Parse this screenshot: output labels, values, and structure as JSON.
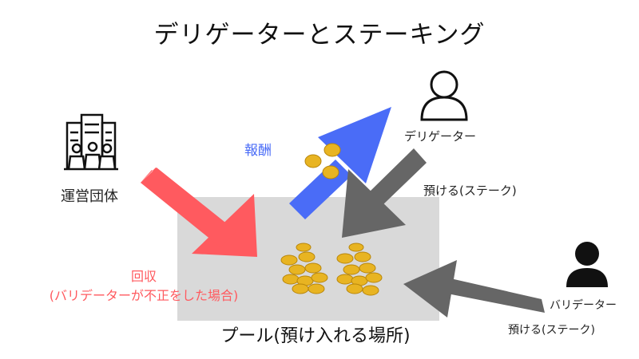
{
  "title": "デリゲーターとステーキング",
  "pool": {
    "label": "プール(預け入れる場所)"
  },
  "operator": {
    "label": "運営団体",
    "icon": "office-team-icon"
  },
  "reward": {
    "label": "報酬",
    "color": "#4a6cf7"
  },
  "delegator": {
    "label": "デリゲーター",
    "stake_label": "預ける(ステーク)",
    "icon": "user-outline-icon"
  },
  "recovery": {
    "line1": "回収",
    "line2": "(バリデーターが不正をした場合)",
    "color": "#ff5a5f"
  },
  "validator": {
    "label": "バリデーター",
    "stake_label": "預ける(ステーク)",
    "icon": "user-filled-icon"
  },
  "colors": {
    "pool": "#d9d9d9",
    "red_arrow": "#ff5a5f",
    "blue_arrow": "#4a6cf7",
    "gray_arrow": "#666666",
    "coin": "#e8b422"
  }
}
